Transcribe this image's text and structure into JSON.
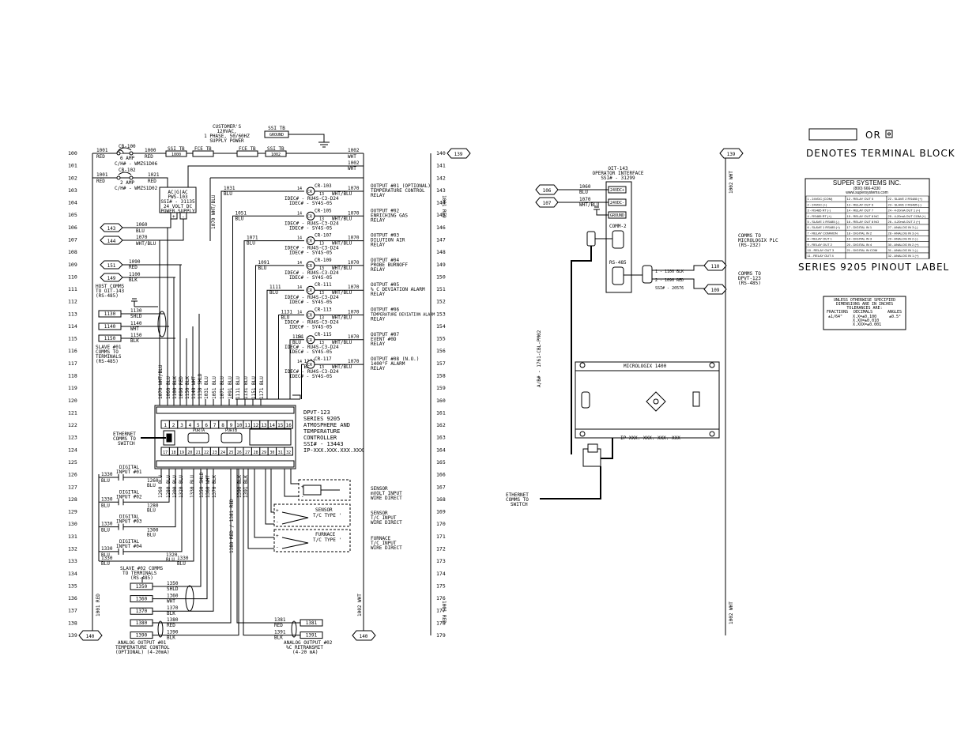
{
  "supply": {
    "customer_label": [
      "CUSTOMER'S",
      "120VAC,",
      "1 PHASE, 50/60HZ",
      "SUPPLY POWER"
    ],
    "ground_tb": "SSI TB",
    "ground_label": "GROUND",
    "wire_100_left": "1001",
    "wire_100_left_color": "RED",
    "wire_100_right": "1000",
    "wire_100_right_color": "RED",
    "cb100": "CB-100",
    "cb100_amp": "6 AMP",
    "cb100_part": "C/H# - WMZS1D06",
    "cb102": "CB-102",
    "cb102_amp": "2 AMP",
    "cb102_part": "C/H# - WMZS1D02",
    "wire_102_left": "1001",
    "wire_102_right": "1021",
    "wire_102_color": "RED",
    "tb_ssi_1": "SSI TB",
    "tb_ssi_1_num": "1000",
    "tb_fce_1": "FCE TB",
    "tb_fce_2": "FCE TB",
    "tb_ssi_2": "SSI TB",
    "tb_ssi_2_num": "1002",
    "wire_1002_a": "1002",
    "wire_1002_a_color": "WHT",
    "wire_1002_b": "1002",
    "wire_1002_b_color": "WHT",
    "psu_terms": "AC|G|AC",
    "psu_name": "PWS-103",
    "psu_ssi": "SSI# - 31135",
    "psu_volt": "24 VOLT DC",
    "psu_label": "POWER SUPPLY",
    "wire_1070_wht_blu_vertical": "1070 WHT/BLU",
    "wire_1001_red_left": "1001 RED",
    "wire_1001_red_right": "1001 RED",
    "wire_1002_wht_right": "1002 WHT",
    "wire_1002_wht_bottom": "1002 WHT"
  },
  "rungs_left": [
    "100",
    "101",
    "102",
    "103",
    "104",
    "105",
    "106",
    "107",
    "108",
    "109",
    "110",
    "111",
    "112",
    "113",
    "114",
    "115",
    "116",
    "117",
    "118",
    "119",
    "120",
    "121",
    "122",
    "123",
    "124",
    "125",
    "126",
    "127",
    "128",
    "129",
    "130",
    "131",
    "132",
    "133",
    "134",
    "135",
    "136",
    "137",
    "138",
    "139"
  ],
  "rungs_right": [
    "140",
    "141",
    "142",
    "143",
    "144",
    "145",
    "146",
    "147",
    "148",
    "149",
    "150",
    "151",
    "152",
    "153",
    "154",
    "155",
    "156",
    "157",
    "158",
    "159",
    "160",
    "161",
    "162",
    "163",
    "164",
    "165",
    "166",
    "167",
    "168",
    "169",
    "170",
    "171",
    "172",
    "173",
    "174",
    "175",
    "176",
    "177",
    "178",
    "179"
  ],
  "refs": {
    "r143": "143",
    "r144": "144",
    "r151": "151",
    "r149": "149",
    "r139_right": "139",
    "r140_left": "140",
    "r140_right": "140",
    "r139_far": "139",
    "r106": "106",
    "r107": "107",
    "r110": "110",
    "r109": "109"
  },
  "left_wires": {
    "w1060": "1060",
    "w1060_c": "BLU",
    "w1070": "1070",
    "w1070_c": "WHT/BLU",
    "w1090": "1090",
    "w1090_c": "RED",
    "w1100": "1100",
    "w1100_c": "BLK",
    "host_comms": [
      "HOST COMMS",
      "TO OIT-143",
      "(RS-485)"
    ],
    "tb1130": "1130",
    "tb1130_w": "1130",
    "tb1130_c": "SHLD",
    "tb1140": "1140",
    "tb1140_w": "1140",
    "tb1140_c": "WHT",
    "tb1150": "1150",
    "tb1150_w": "1150",
    "tb1150_c": "BLK",
    "slave1": [
      "SLAVE #01",
      "COMMS TO",
      "TERMINALS",
      "(RS-485)"
    ]
  },
  "outputs": [
    {
      "wire_left": "1031",
      "wire_color": "BLU",
      "cr": "CR-103",
      "part1": "IDEC# - RU4S-C3-D24",
      "part2": "IDEC# - SY4S-05",
      "label": [
        "OUTPUT #01 (OPTIONAL)",
        "TEMPERATURE CONTROL",
        "RELAY"
      ]
    },
    {
      "wire_left": "1051",
      "wire_color": "BLU",
      "cr": "CR-105",
      "part1": "IDEC# - RU4S-C3-D24",
      "part2": "IDEC# - SY4S-05",
      "label": [
        "OUTPUT #02",
        "ENRICHING GAS",
        "RELAY"
      ]
    },
    {
      "wire_left": "1071",
      "wire_color": "BLU",
      "cr": "CR-107",
      "part1": "IDEC# - RU4S-C3-D24",
      "part2": "IDEC# - SY4S-05",
      "label": [
        "OUTPUT #03",
        "DILUTION AIR",
        "RELAY"
      ]
    },
    {
      "wire_left": "1091",
      "wire_color": "BLU",
      "cr": "CR-109",
      "part1": "IDEC# - RU4S-C3-D24",
      "part2": "IDEC# - SY4S-05",
      "label": [
        "OUTPUT #04",
        "PROBE BURNOFF",
        "RELAY"
      ]
    },
    {
      "wire_left": "1111",
      "wire_color": "BLU",
      "cr": "CR-111",
      "part1": "IDEC# - RU4S-C3-D24",
      "part2": "IDEC# - SY4S-05",
      "label": [
        "OUTPUT #05",
        "% C DEVIATION ALARM",
        "RELAY"
      ]
    },
    {
      "wire_left": "1131",
      "wire_color": "BLU",
      "cr": "CR-113",
      "part1": "IDEC# - RU4S-C3-D24",
      "part2": "IDEC# - SY4S-05",
      "label": [
        "OUTPUT #06",
        "TEMPERATURE DEVIATION ALARM",
        "RELAY"
      ]
    },
    {
      "wire_left": "1151",
      "wire_color": "BLU",
      "cr": "CR-115",
      "part1": "IDEC# - RU4S-C3-D24",
      "part2": "IDEC# - SY4S-05",
      "label": [
        "OUTPUT #07",
        "EVENT #0D",
        "RELAY"
      ]
    },
    {
      "wire_left": "1171",
      "wire_color": "BLU",
      "cr": "CR-117",
      "part1": "IDEC# - RU4S-C3-D24",
      "part2": "IDEC# - SY4S-05",
      "label": [
        "OUTPUT #08 (N.O.)",
        "1400°F ALARM",
        "RELAY"
      ]
    }
  ],
  "relay_common": {
    "w1070": "1070",
    "w1070_c": "WHT/BLU",
    "pin14": "14",
    "pin13": "13"
  },
  "controller": {
    "lines": [
      "DPVT-123",
      "SERIES 9205",
      "ATMOSPHERE AND",
      "TEMPERATURE",
      "CONTROLLER",
      "SSI# - 13443",
      "IP-XXX.XXX.XXX.XXX"
    ],
    "porta": "PORTA",
    "portb": "PORTB",
    "top_terms": [
      "1",
      "2",
      "3",
      "4",
      "5",
      "6",
      "7",
      "8",
      "9",
      "10",
      "11",
      "12",
      "13",
      "14",
      "15",
      "16"
    ],
    "bot_terms": [
      "17",
      "18",
      "19",
      "20",
      "21",
      "22",
      "23",
      "24",
      "25",
      "26",
      "27",
      "28",
      "29",
      "30",
      "31",
      "32"
    ],
    "ethernet": [
      "ETHERNET",
      "COMMS TO",
      "SWITCH"
    ],
    "top_wires": [
      "1070 WHT/BLU",
      "1060 BLU",
      "1100 BLK",
      "1090 RED",
      "1150 BLK",
      "1140 WHT",
      "1130 SHLD",
      "1031 BLU",
      "1051 BLU",
      "1071 BLU",
      "1091 BLU",
      "1111 BLU",
      "1131 BLU",
      "1151 BLU",
      "1171 BLU"
    ],
    "bot_wires": [
      "1260 BLU",
      "1280 BLU",
      "1300 BLU",
      "1320 BLU",
      "1330 BLU",
      "1350 SHLD",
      "1360 WHT",
      "1370 BLK",
      "1380 RED / 1381 RED",
      "1390 BLK",
      "1391 BLK"
    ]
  },
  "sensors": [
    {
      "label": [
        "SENSOR",
        "mVOLT INPUT",
        "WIRE DIRECT"
      ]
    },
    {
      "label": [
        "SENSOR",
        "T/C INPUT",
        "WIRE DIRECT"
      ],
      "inner": "SENSOR",
      "type": "T/C TYPE '",
      "id": "s2"
    },
    {
      "label": [
        "FURNACE",
        "T/C INPUT",
        "WIRE DIRECT"
      ],
      "inner": "FURNACE",
      "type": "T/C TYPE '",
      "id": "s3"
    }
  ],
  "digital_inputs": [
    {
      "name": [
        "DIGITAL",
        "INPUT #01"
      ],
      "w_left": "1330",
      "w_left_c": "BLU",
      "w_right": "1260",
      "w_right_c": "BLU"
    },
    {
      "name": [
        "DIGITAL",
        "INPUT #02"
      ],
      "w_left": "1330",
      "w_left_c": "BLU",
      "w_right": "1280",
      "w_right_c": "BLU"
    },
    {
      "name": [
        "DIGITAL",
        "INPUT #03"
      ],
      "w_left": "1330",
      "w_left_c": "BLU",
      "w_right": "1300",
      "w_right_c": "BLU"
    },
    {
      "name": [
        "DIGITAL",
        "INPUT #04"
      ],
      "w_left": "1330",
      "w_left_c": "BLU",
      "w_right": "1320",
      "w_right_c": "BLU"
    }
  ],
  "di_common": {
    "w1330": "1330",
    "w1330_c": "BLU",
    "w1330b": "1330",
    "w1330b_c": "BLU"
  },
  "slave2": {
    "title": [
      "SLAVE #02 COMMS",
      "TO TERMINALS",
      "(RS-485)"
    ],
    "tb": [
      {
        "num": "1350",
        "w": "1350",
        "c": "SHLD"
      },
      {
        "num": "1360",
        "w": "1360",
        "c": "WHT"
      },
      {
        "num": "1370",
        "w": "1370",
        "c": "BLK"
      }
    ]
  },
  "analog": {
    "a1": [
      {
        "num": "1380",
        "w": "1380",
        "c": "RED"
      },
      {
        "num": "1390",
        "w": "1390",
        "c": "BLK"
      }
    ],
    "a1_label": [
      "ANALOG OUTPUT #01",
      "TEMPERATURE CONTROL",
      "(OPTIONAL) (4-20mA)"
    ],
    "a2": [
      {
        "num": "1381",
        "w": "1381",
        "c": "RED"
      },
      {
        "num": "1391",
        "w": "1391",
        "c": "BLK"
      }
    ],
    "a2_label": [
      "ANALOG OUTPUT #02",
      "%C RETRANSMIT",
      "(4-20 mA)"
    ]
  },
  "oit": {
    "title": [
      "OIT-143",
      "OPERATOR INTERFACE",
      "SSI# - 31299"
    ],
    "w1060": "1060",
    "w1060_c": "BLU",
    "w1070": "1070",
    "w1070_c": "WHT/BLU",
    "t24p": "24VDC+",
    "t24m": "24VDC-",
    "gnd": "GROUND",
    "comm2": "COMM-2",
    "rs485": "RS-485",
    "cable": "A/B# - 1761-CBL-PM02",
    "db_w1": "1 - 1100 BLK",
    "db_w2": "2 - 1090 RED",
    "db_ssi": "SSI# - 20576"
  },
  "comms_right": {
    "plc": [
      "COMMS TO",
      "MICROLOGIX PLC",
      "(RS-232)"
    ],
    "dpvt": [
      "COMMS TO",
      "DPVT-123",
      "(RS-485)"
    ]
  },
  "micrologix": {
    "title": "MICROLOGIX 1400",
    "ip": "IP-XXX. XXX. XXX. XXX",
    "ethernet": [
      "ETHERNET",
      "COMMS TO",
      "SWITCH"
    ]
  },
  "legend": {
    "or": "OR",
    "denotes": "DENOTES TERMINAL BLOCK"
  },
  "pinout": {
    "company": "SUPER SYSTEMS INC.",
    "phone": "(800) 666-4330",
    "web": "www.supersystems.com",
    "caption": "SERIES 9205 PINOUT LABEL",
    "rows": [
      [
        "1 - 24VDC (COM)",
        "12 - RELAY OUT 5",
        "22 - SLAVE 2 RS485 (+)"
      ],
      [
        "2 - 24VDC (+)",
        "13 - RELAY OUT 6",
        "23 - SLAVE 2 RS485 (-)"
      ],
      [
        "3 - RS485 RT (-)",
        "14 - RELAY OUT 7",
        "24 - 4-20mA OUT 1 (+)"
      ],
      [
        "4 - RS485 RT (+)",
        "15 - RELAY OUT 8 NC",
        "25 - 4-20mA OUT COM (+)"
      ],
      [
        "5 - SLAVE 1 RS485 (-)",
        "16 - RELAY OUT 8 NO",
        "26 - 4-20mA OUT 2 (+)"
      ],
      [
        "6 - SLAVE 1 RS485 (+)",
        "17 - DIGITAL IN 1",
        "27 - ANALOG IN 3 (-)"
      ],
      [
        "7 - RELAY COMMON",
        "18 - DIGITAL IN 2",
        "28 - ANALOG IN 3 (+)"
      ],
      [
        "8 - RELAY OUT 1",
        "19 - DIGITAL IN 3",
        "29 - ANALOG IN 2 (-)"
      ],
      [
        "9 - RELAY OUT 2",
        "20 - DIGITAL IN 4",
        "30 - ANALOG IN 2 (+)"
      ],
      [
        "10 - RELAY OUT 3",
        "21 - DIGITAL IN COM",
        "31 - ANALOG IN 1 (-)"
      ],
      [
        "11 - RELAY OUT 4",
        "",
        "32 - ANALOG IN 1 (+)"
      ]
    ]
  },
  "tolerance": {
    "title": [
      "UNLESS OTHERWISE SPECIFIED",
      "DIMENSIONS ARE IN INCHES",
      "TOLERANCES ARE:"
    ],
    "headers": [
      "FRACTIONS",
      "DECIMALS",
      "ANGLES"
    ],
    "frac": "±1/64\"",
    "dec": [
      "X.X=±0.100",
      "X.XX=±0.010",
      "X.XXX=±0.001"
    ],
    "ang": "±0.5°"
  }
}
